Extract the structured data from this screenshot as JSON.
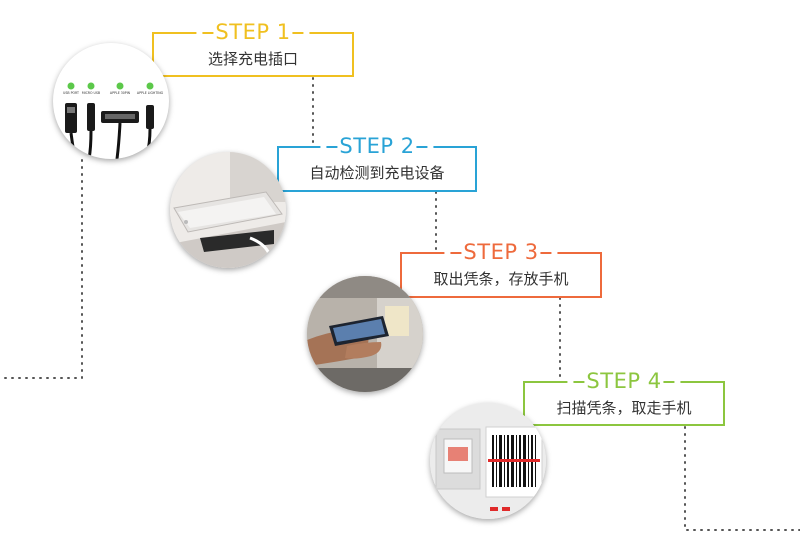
{
  "colors": {
    "step1": "#f0c020",
    "step2": "#29a3d6",
    "step3": "#ee6a3c",
    "step4": "#8cc63f",
    "dots": "#555555"
  },
  "steps": [
    {
      "title": "STEP 1",
      "desc": "选择充电插口",
      "icon": "charging-cables-photo"
    },
    {
      "title": "STEP 2",
      "desc": "自动检测到充电设备",
      "icon": "phone-on-dock-photo"
    },
    {
      "title": "STEP 3",
      "desc": "取出凭条，存放手机",
      "icon": "hand-taking-phone-photo"
    },
    {
      "title": "STEP 4",
      "desc": "扫描凭条，取走手机",
      "icon": "barcode-scanner-photo"
    }
  ],
  "cable_labels": [
    "USB PORT",
    "MICRO USB",
    "APPLE 30PIN",
    "APPLE LIGHTING"
  ]
}
